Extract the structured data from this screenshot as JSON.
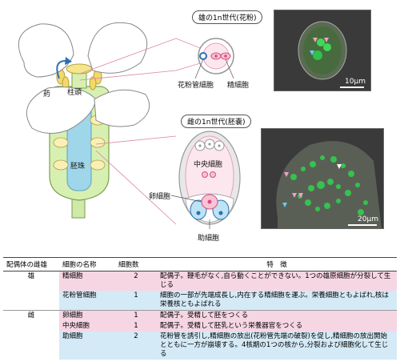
{
  "labels": {
    "male_title": "雄の1n世代(花粉)",
    "female_title": "雌の1n世代(胚嚢)",
    "anther": "葯",
    "stigma": "柱頭",
    "ovule": "胚珠",
    "pollen_tube_cell": "花粉管細胞",
    "sperm_cell": "精細胞",
    "central_cell": "中央細胞",
    "egg_cell": "卵細胞",
    "synergid": "助細胞",
    "scale_top": "10μm",
    "scale_bottom": "20μm"
  },
  "table": {
    "headers": [
      "配偶体の雌雄",
      "細胞の名称",
      "細胞数",
      "特　徴"
    ],
    "groups": [
      {
        "sex": "雄",
        "rows": [
          {
            "name": "精細胞",
            "count": "2",
            "feature": "配偶子。鞭毛がなく,自ら動くことができない。1つの雄原細胞が分裂して生じる",
            "tone": "pink"
          },
          {
            "name": "花粉管細胞",
            "count": "1",
            "feature": "細胞の一部が先端成長し,内在する精細胞を運ぶ。栄養細胞ともよばれ,核は栄養核ともよばれる",
            "tone": "blue"
          }
        ]
      },
      {
        "sex": "雌",
        "rows": [
          {
            "name": "卵細胞",
            "count": "1",
            "feature": "配偶子。受精して胚をつくる",
            "tone": "pink"
          },
          {
            "name": "中央細胞",
            "count": "1",
            "feature": "配偶子。受精して胚乳という栄養器官をつくる",
            "tone": "pink"
          },
          {
            "name": "助細胞",
            "count": "2",
            "feature": "花粉管を誘引し,精細胞の放出(花粉管先端の破裂)を促し,精細胞の放出開始とともに一方が崩壊する。4核期の1つの核から,分裂および細胞化して生じる",
            "tone": "blue"
          }
        ]
      }
    ]
  }
}
